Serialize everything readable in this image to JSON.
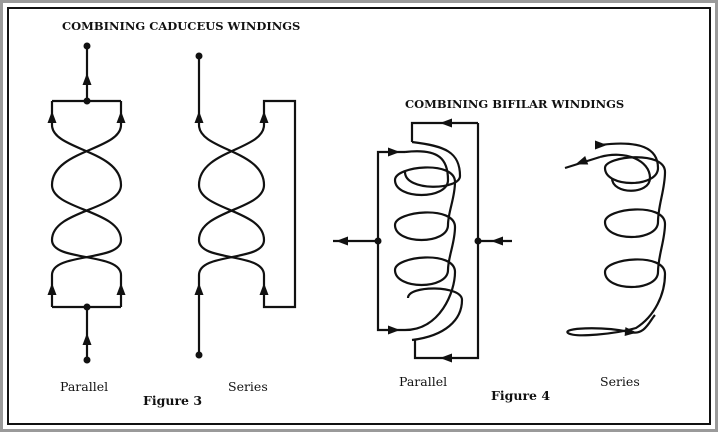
{
  "title_caduceus": "COMBINING CADUCEUS WINDINGS",
  "title_bifilar": "COMBINING BIFILAR WINDINGS",
  "label_parallel_3": "Parallel",
  "label_series_3": "Series",
  "label_figure_3": "Figure 3",
  "label_parallel_4": "Parallel",
  "label_series_4": "Series",
  "label_figure_4": "Figure 4",
  "colors": {
    "ink": "#111111",
    "frame": "#9a9a9a",
    "background": "#ffffff"
  }
}
